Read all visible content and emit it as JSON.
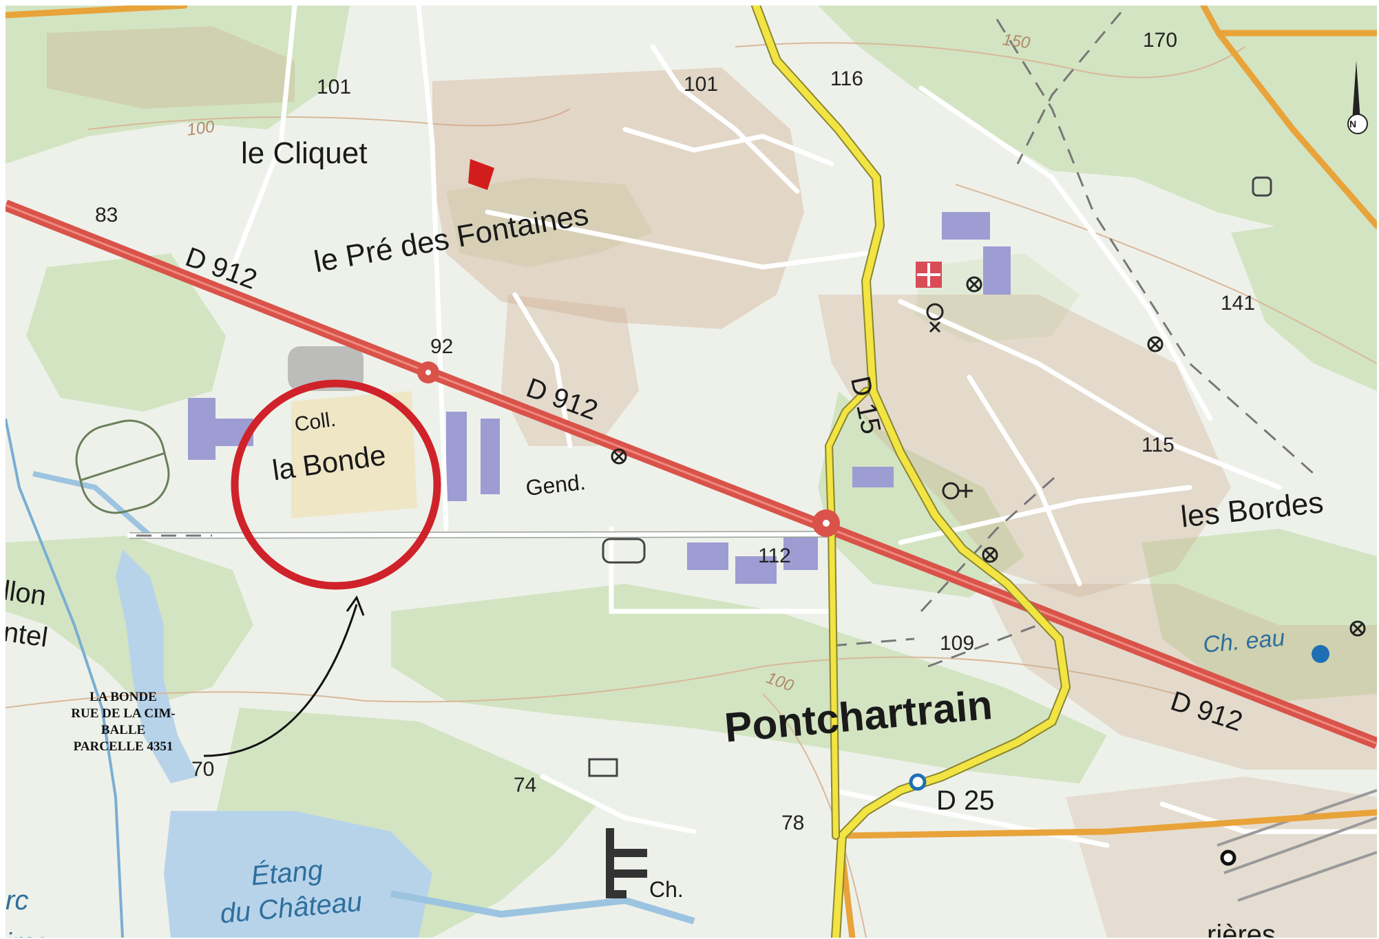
{
  "map": {
    "colors": {
      "background": "#eef1ea",
      "forest": "#d3e4c2",
      "water": "#b7d3ea",
      "main_road": "#d9534a",
      "secondary_road": "#f2e442",
      "orange_road": "#e8a33a",
      "buildings": "#caa487",
      "school_area": "#efe6c6",
      "public_buildings": "#9d9cd3",
      "highlight_circle": "#d0222a"
    },
    "places": {
      "le_cliquet": "le Cliquet",
      "pre_des_fontaines": "le Pré des Fontaines",
      "coll": "Coll.",
      "la_bonde": "la Bonde",
      "gend": "Gend.",
      "pontchartrain": "Pontchartrain",
      "les_bordes": "les Bordes",
      "ch_eau": "Ch. eau",
      "ch": "Ch.",
      "etang_line1": "Étang",
      "etang_line2": "du Château",
      "partial_top_left": "llon",
      "partial_left": "ntel",
      "partial_bottom_left": "rc",
      "partial_bottom_left2": "ims",
      "partial_bottom_right": "rières"
    },
    "roads": {
      "d912_a": "D 912",
      "d912_b": "D 912",
      "d912_c": "D 912",
      "d15": "D 15",
      "d25": "D 25"
    },
    "altitudes": {
      "a101_left": "101",
      "a101_right": "101",
      "a116": "116",
      "a170": "170",
      "a83": "83",
      "a92": "92",
      "a141": "141",
      "a115": "115",
      "a112": "112",
      "a109": "109",
      "a74": "74",
      "a78": "78",
      "a70": "70"
    },
    "contours": {
      "c100_top": "100",
      "c150": "150",
      "c100_mid": "100"
    },
    "compass_label": "N",
    "icons": [
      "north-arrow-icon",
      "church-icon",
      "cemetery-cross-icon",
      "water-tower-icon",
      "station-icon"
    ]
  },
  "annotation": {
    "line1": "LA BONDE",
    "line2": "RUE DE LA CIM-",
    "line3": "BALLE",
    "line4": "PARCELLE 4351"
  }
}
